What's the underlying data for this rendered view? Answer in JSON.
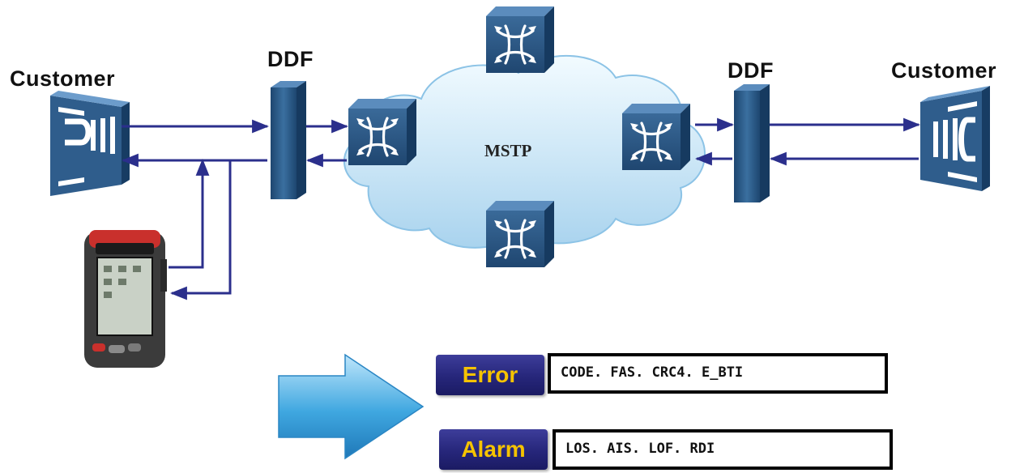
{
  "labels": {
    "customer_left": "Customer",
    "customer_right": "Customer",
    "ddf_left": "DDF",
    "ddf_right": "DDF",
    "network": "MSTP"
  },
  "results": {
    "error": {
      "label": "Error",
      "value": "CODE. FAS. CRC4. E_BTI"
    },
    "alarm": {
      "label": "Alarm",
      "value": "LOS. AIS. LOF. RDI"
    }
  },
  "colors": {
    "link_line": "#2b2f8c",
    "device_blue": "#2f5d8c",
    "cloud": "#cfe8f7",
    "tag_bg": "#26267a",
    "tag_text": "#f5c300",
    "arrow": "#3fa7e0"
  }
}
